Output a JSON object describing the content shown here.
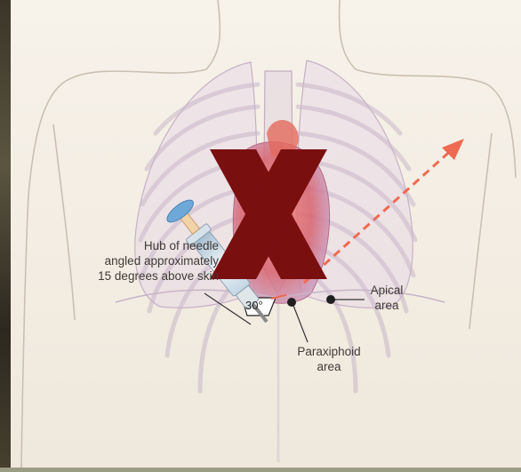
{
  "labels": {
    "hub_line1": "Hub of needle",
    "hub_line2": "angled approximately",
    "hub_line3": "15 degrees above skin",
    "apical_line1": "Apical",
    "apical_line2": "area",
    "paraxiphoid_line1": "Paraxiphoid",
    "paraxiphoid_line2": "area",
    "angle": "30°"
  },
  "colors": {
    "background": "#f3eee5",
    "x_mark": "#7a0f10",
    "arrow": "#ef6a52",
    "heart": "#d9534f"
  },
  "icons": {
    "overlay": "x-mark-icon",
    "syringe": "syringe-icon"
  }
}
